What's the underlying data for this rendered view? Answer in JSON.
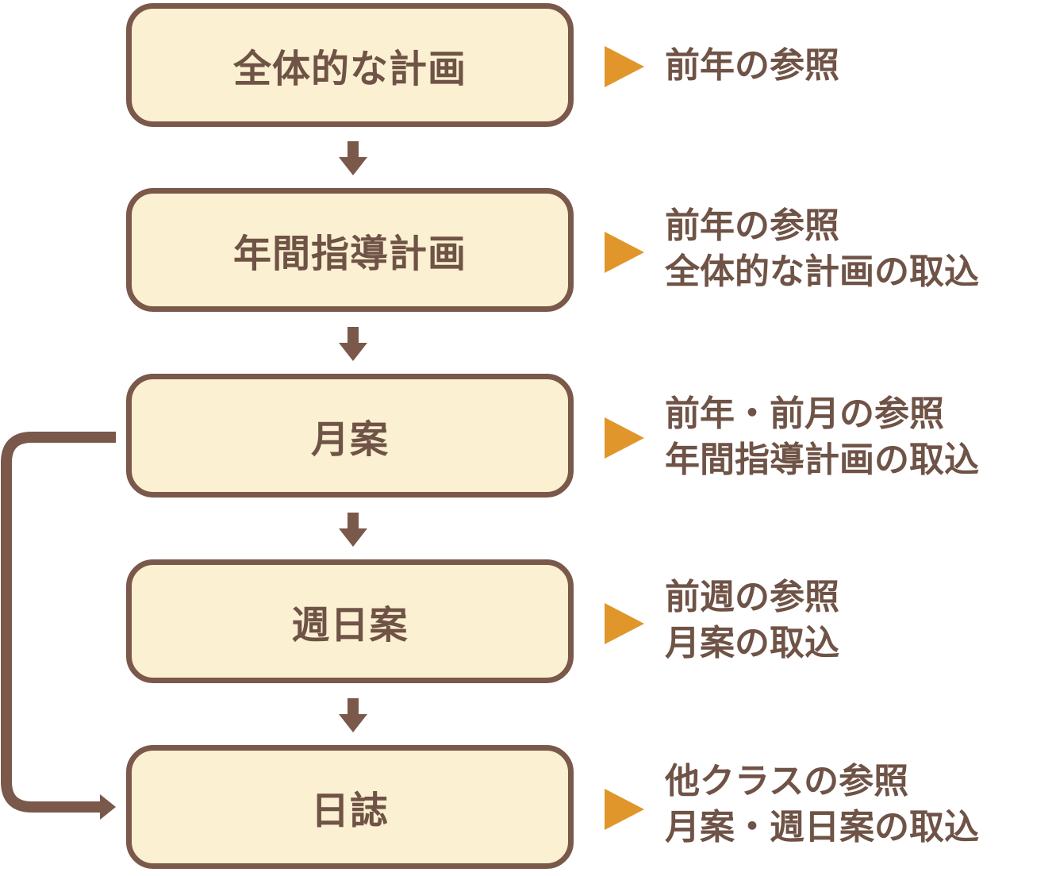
{
  "steps": [
    {
      "label": "全体的な計画",
      "notes": [
        "前年の参照"
      ]
    },
    {
      "label": "年間指導計画",
      "notes": [
        "前年の参照",
        "全体的な計画の取込"
      ]
    },
    {
      "label": "月案",
      "notes": [
        "前年・前月の参照",
        "年間指導計画の取込"
      ]
    },
    {
      "label": "週日案",
      "notes": [
        "前週の参照",
        "月案の取込"
      ]
    },
    {
      "label": "日誌",
      "notes": [
        "他クラスの参照",
        "月案・週日案の取込"
      ]
    }
  ],
  "colors": {
    "box_fill": "#fbf0d1",
    "box_border": "#7a584a",
    "text": "#6f5346",
    "pointer": "#e0962a"
  },
  "icons": {
    "down_arrow": "down-arrow-icon",
    "pointer": "triangle-right-icon",
    "bypass": "bypass-arrow-icon"
  }
}
